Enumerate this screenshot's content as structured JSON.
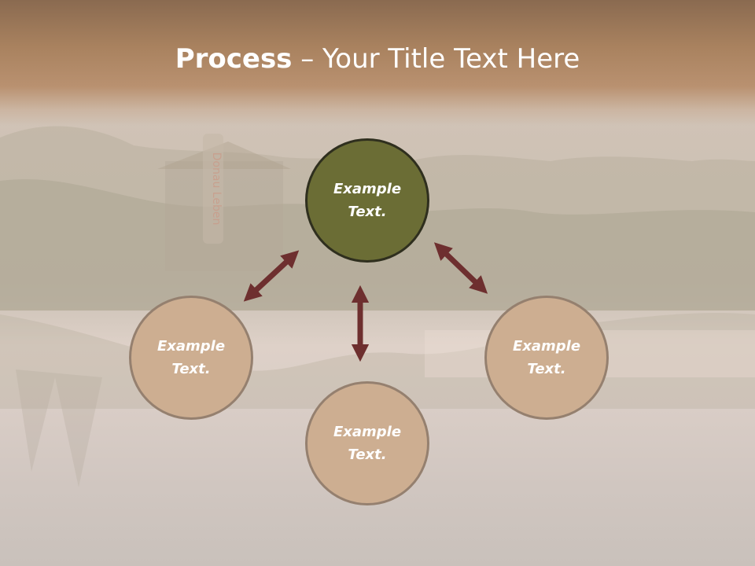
{
  "title": {
    "bold": "Process",
    "rest": " – Your Title Text Here"
  },
  "nodes": {
    "center": {
      "line1": "Example",
      "line2": "Text."
    },
    "left": {
      "line1": "Example",
      "line2": "Text."
    },
    "bottom": {
      "line1": "Example",
      "line2": "Text."
    },
    "right": {
      "line1": "Example",
      "line2": "Text."
    }
  },
  "background": {
    "sign_text": "Donau Leben"
  },
  "colors": {
    "title_band": "#a9825f",
    "center_fill": "#6b6d35",
    "outer_fill": "#cdae91",
    "arrow": "#6e2f2f"
  }
}
